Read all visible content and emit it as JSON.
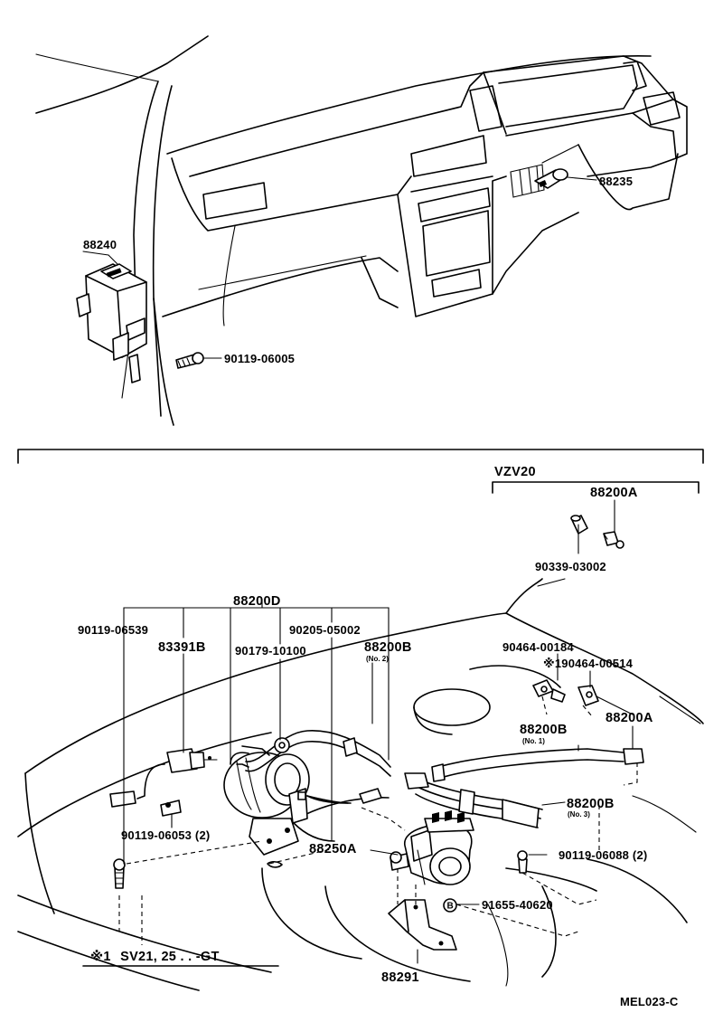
{
  "drawing_code": "MEL023-C",
  "variant_box": {
    "title": "VZV20"
  },
  "note": {
    "mark": "※1",
    "text": "SV21, 25 . . -GT"
  },
  "top_labels": {
    "computer": "88240",
    "switch": "88235",
    "bolt": "90119-06005"
  },
  "labels": {
    "p88200A_box": "88200A",
    "p90339": "90339-03002",
    "p88200D": "88200D",
    "p90119_06539": "90119-06539",
    "p83391B": "83391B",
    "p90205": "90205-05002",
    "p90179": "90179-10100",
    "p88200B_2": "88200B",
    "p88200B_2_sub": "(No. 2)",
    "p90464_00184": "90464-00184",
    "p90464_00514": "※190464-00514",
    "p88200B_1": "88200B",
    "p88200B_1_sub": "(No. 1)",
    "p88200A": "88200A",
    "p88200B_3": "88200B",
    "p88200B_3_sub": "(No. 3)",
    "p90119_06053": "90119-06053 (2)",
    "p88250A": "88250A",
    "p90119_06088": "90119-06088 (2)",
    "p91655": "91655-40620",
    "p91655_mark": "B",
    "p88291": "88291"
  },
  "icons": [
    "dashboard-outline",
    "cruise-control-computer",
    "cruise-switch",
    "actuator",
    "vacuum-pump",
    "hose",
    "bracket",
    "bolt"
  ]
}
